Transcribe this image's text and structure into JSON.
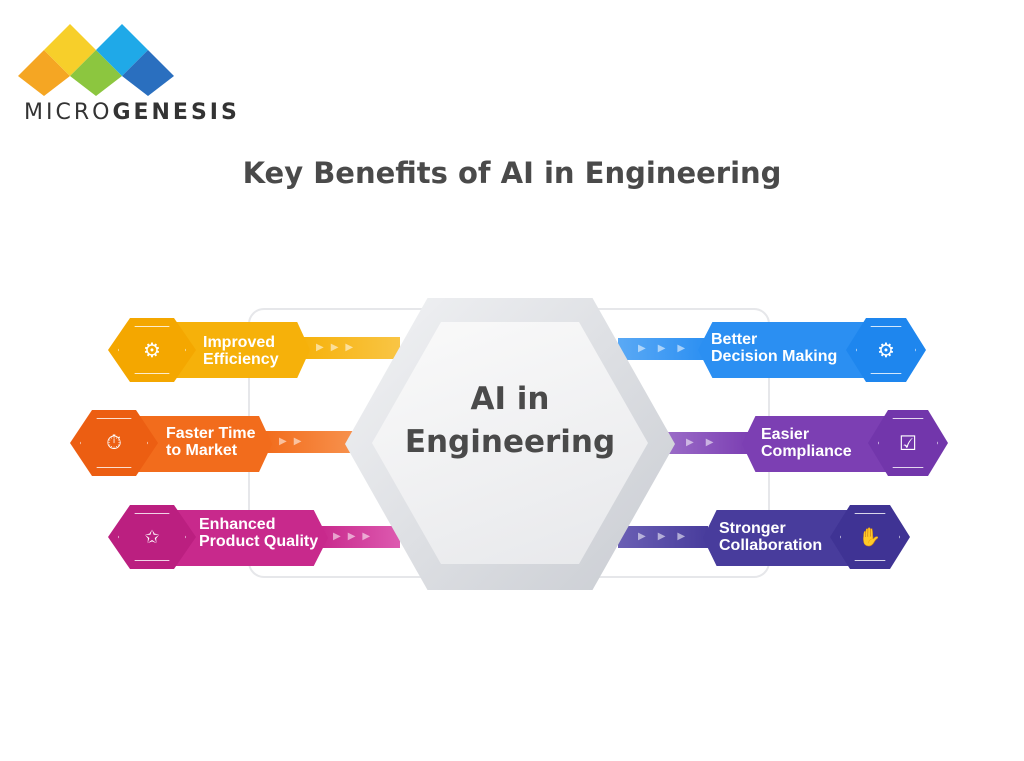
{
  "logo": {
    "text_light": "MICRO",
    "text_bold": "GENESIS"
  },
  "title": "Key Benefits of AI in Engineering",
  "center": {
    "line1": "AI in",
    "line2": "Engineering"
  },
  "left": [
    {
      "line1": "Improved",
      "line2": "Efficiency",
      "icon": "efficiency-gear-chart-icon",
      "color": "#f6b10a"
    },
    {
      "line1": "Faster Time",
      "line2": "to Market",
      "icon": "clock-growth-chart-icon",
      "color": "#f26c1c"
    },
    {
      "line1": "Enhanced",
      "line2": "Product Quality",
      "icon": "hand-box-stars-icon",
      "color": "#c8298c"
    }
  ],
  "right": [
    {
      "line1": "Better",
      "line2": "Decision Making",
      "icon": "decision-gear-icon",
      "color": "#2b8ff2"
    },
    {
      "line1": "Easier",
      "line2": "Compliance",
      "icon": "checklist-document-icon",
      "color": "#7c3fb3"
    },
    {
      "line1": "Stronger",
      "line2": "Collaboration",
      "icon": "handshake-icon",
      "color": "#483c9c"
    }
  ]
}
